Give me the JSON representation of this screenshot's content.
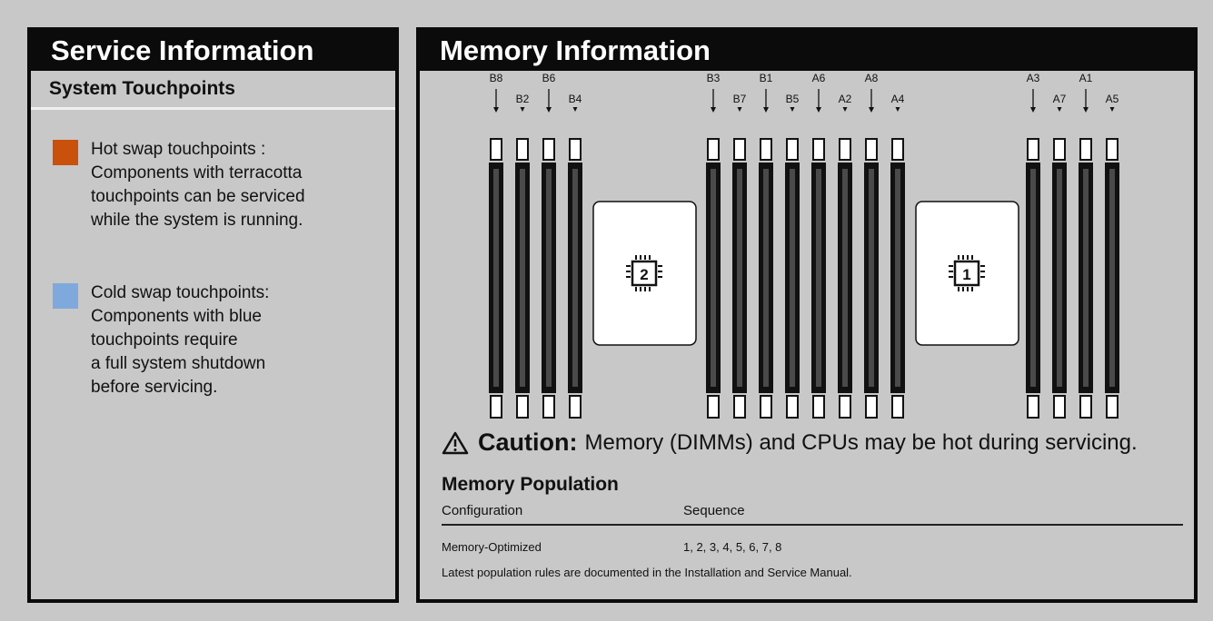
{
  "service": {
    "title": "Service Information",
    "subtitle": "System Touchpoints",
    "hot": {
      "color": "#c9510c",
      "lines": [
        "Hot swap touchpoints :",
        "Components with terracotta",
        "touchpoints can be serviced",
        "while the system is running."
      ]
    },
    "cold": {
      "color": "#7fa9dc",
      "lines": [
        "Cold swap touchpoints:",
        "Components with blue",
        "touchpoints require",
        "a full system shutdown",
        "before servicing."
      ]
    }
  },
  "memory": {
    "title": "Memory Information",
    "cpu_left": "2",
    "cpu_right": "1",
    "slot_groups": [
      [
        "B8",
        "B2",
        "B6",
        "B4"
      ],
      [
        "B3",
        "B7",
        "B1",
        "B5",
        "A6",
        "A2",
        "A8",
        "A4"
      ],
      [
        "A3",
        "A7",
        "A1",
        "A5"
      ]
    ],
    "caution_label": "Caution:",
    "caution_text": "Memory (DIMMs) and CPUs may be hot during servicing.",
    "population_title": "Memory Population",
    "table": {
      "headers": [
        "Configuration",
        "Sequence"
      ],
      "rows": [
        [
          "Memory-Optimized",
          "1, 2, 3, 4, 5, 6, 7, 8"
        ]
      ]
    },
    "note": "Latest population rules are documented in the Installation and Service Manual."
  }
}
